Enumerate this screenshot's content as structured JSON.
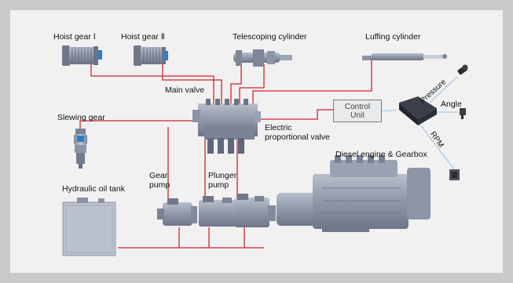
{
  "labels": {
    "hoist_gear_1": "Hoist gear Ⅰ",
    "hoist_gear_2": "Hoist gear Ⅱ",
    "telescoping_cylinder": "Telescoping cylinder",
    "luffing_cylinder": "Luffing cylinder",
    "main_valve": "Main valve",
    "slewing_gear": "Slewing gear",
    "electric_valve_line1": "Electric",
    "electric_valve_line2": "proportional valve",
    "control_unit_line1": "Control",
    "control_unit_line2": "Unit",
    "pressure": "Pressure",
    "angle": "Angle",
    "rpm": "RPM",
    "diesel_engine": "Diesel engine & Gearbox",
    "gear_pump_line1": "Gear",
    "gear_pump_line2": "pump",
    "plunger_pump_line1": "Plunger",
    "plunger_pump_line2": "pump",
    "hydraulic_oil_tank": "Hydraulic oil tank"
  },
  "colors": {
    "background": "#c9cacc",
    "panel": "#f1f1f2",
    "hydraulic_line": "#d6212b",
    "signal_line": "#2f86c8",
    "component": "#8d95a6"
  },
  "icons": [
    "hoist-drum-icon",
    "cylinder-icon",
    "valve-block-icon",
    "slewing-motor-icon",
    "pump-icon",
    "engine-icon",
    "tank-icon",
    "controller-icon",
    "sensor-icon"
  ]
}
